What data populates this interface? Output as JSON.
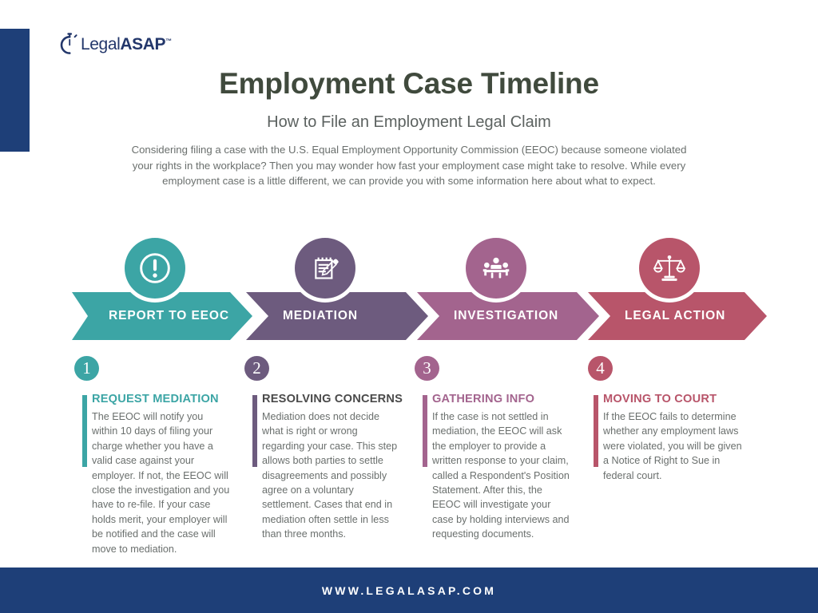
{
  "brand": {
    "logo_text_light": "Legal",
    "logo_text_bold": "ASAP",
    "trademark": "™",
    "logo_icon": "stopwatch-icon",
    "navy": "#1E3F78"
  },
  "header": {
    "title": "Employment Case Timeline",
    "subtitle": "How to File an Employment Legal Claim",
    "intro": "Considering filing a case with the U.S. Equal Employment Opportunity Commission (EEOC) because someone violated your rights in the workplace? Then you may wonder how fast your employment case might take to resolve. While every employment case is a little different, we can provide you with some information here about what to expect."
  },
  "steps": [
    {
      "number": "1",
      "chevron_label": "REPORT TO EEOC",
      "icon": "exclamation-circle-icon",
      "color": "#3CA5A5",
      "heading": "REQUEST MEDIATION",
      "heading_color": "#3CA5A5",
      "body": "The EEOC will notify you within 10 days of filing your charge whether you have a valid case against your employer. If not, the EEOC will close the investigation and you have to re-file. If your case holds merit, your employer will be notified and the case will move to mediation."
    },
    {
      "number": "2",
      "chevron_label": "MEDIATION",
      "icon": "notepad-pencil-icon",
      "color": "#6D5B7E",
      "heading": "RESOLVING CONCERNS",
      "heading_color": "#4A4A4A",
      "body": "Mediation does not decide what is right or wrong regarding your case. This step allows both parties to settle disagreements and possibly agree on a voluntary settlement. Cases that end in mediation often settle in less than three months."
    },
    {
      "number": "3",
      "chevron_label": "INVESTIGATION",
      "icon": "meeting-table-icon",
      "color": "#A3648E",
      "heading": "GATHERING INFO",
      "heading_color": "#A3648E",
      "body": "If the case is not settled in mediation, the EEOC will ask the employer to provide a written response to your claim, called a Respondent's Position Statement. After this, the EEOC will investigate your case by holding interviews and requesting documents."
    },
    {
      "number": "4",
      "chevron_label": "LEGAL ACTION",
      "icon": "scales-of-justice-icon",
      "color": "#B8556A",
      "heading": "MOVING TO COURT",
      "heading_color": "#B8556A",
      "body": "If the EEOC fails to determine whether any employment laws were violated, you will be given a Notice of Right to Sue in federal court."
    }
  ],
  "footer": {
    "website": "WWW.LEGALASAP.COM"
  }
}
